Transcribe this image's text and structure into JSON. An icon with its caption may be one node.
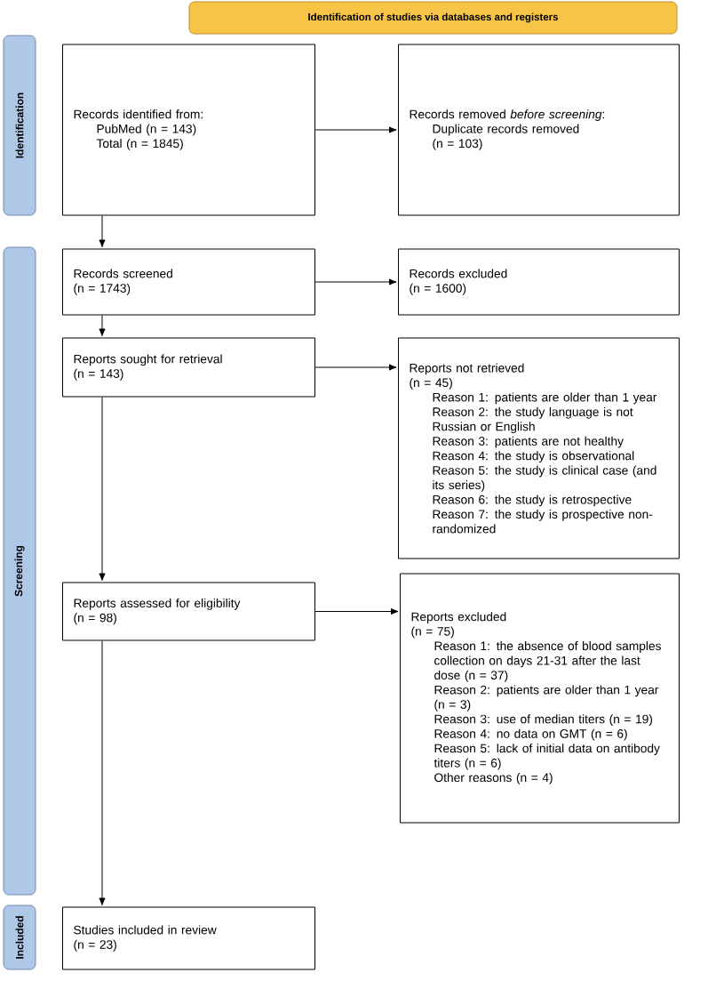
{
  "diagram": {
    "nodes": [
      {
        "text": [
          "Identification of studies via databases and registers"
        ]
      },
      {
        "text": [
          "Identification"
        ]
      },
      {
        "text": [
          "Screening"
        ]
      },
      {
        "text": [
          "Included"
        ]
      },
      {
        "text": [
          "Records identified from:",
          "PubMed (n = 143)",
          "Total (n = 1845)"
        ]
      },
      {
        "text": [
          "Records removed *before screening*:",
          "Duplicate records removed",
          "(n = 103)"
        ]
      },
      {
        "text": [
          "Records screened",
          "(n = 1743)"
        ]
      },
      {
        "text": [
          "Records excluded",
          "(n = 1600)"
        ]
      },
      {
        "text": [
          "Reports sought for retrieval",
          "(n = 143)"
        ]
      },
      {
        "text": [
          "Reports not retrieved",
          "(n = 45)",
          "Reason 1: patients are older than 1 year",
          "Reason 2: the study language is not Russian or English",
          "Reason 3: patients are not healthy",
          "Reason 4: the study is observational",
          "Reason 5: the study is clinical case (and its series)",
          "Reason 6: the study is retrospective",
          "Reason 7: the study is prospective non-randomized"
        ]
      },
      {
        "text": [
          "Reports assessed for eligibility",
          "(n = 98)"
        ]
      },
      {
        "text": [
          "Reports excluded",
          "(n = 75)",
          "Reason 1: the absence of blood samples collection on days 21-31 after the last dose (n = 37)",
          "Reason 2: patients are older than 1 year (n = 3)",
          "Reason 3: use of median titers (n = 19)",
          "Reason 4: no data on GMT (n = 6)",
          "Reason 5: lack of initial data on antibody titers (n = 6)",
          "Other reasons (n = 4)"
        ]
      },
      {
        "text": [
          "Studies included in review",
          "(n = 23)"
        ]
      }
    ],
    "edges": [
      {
        "from": 4,
        "to": 5,
        "arrow": "to"
      },
      {
        "from": 4,
        "to": 6,
        "arrow": "to"
      },
      {
        "from": 6,
        "to": 7,
        "arrow": "to"
      },
      {
        "from": 6,
        "to": 8,
        "arrow": "to"
      },
      {
        "from": 8,
        "to": 9,
        "arrow": "to"
      },
      {
        "from": 8,
        "to": 10,
        "arrow": "to"
      },
      {
        "from": 10,
        "to": 11,
        "arrow": "to"
      },
      {
        "from": 10,
        "to": 12,
        "arrow": "to"
      }
    ]
  }
}
